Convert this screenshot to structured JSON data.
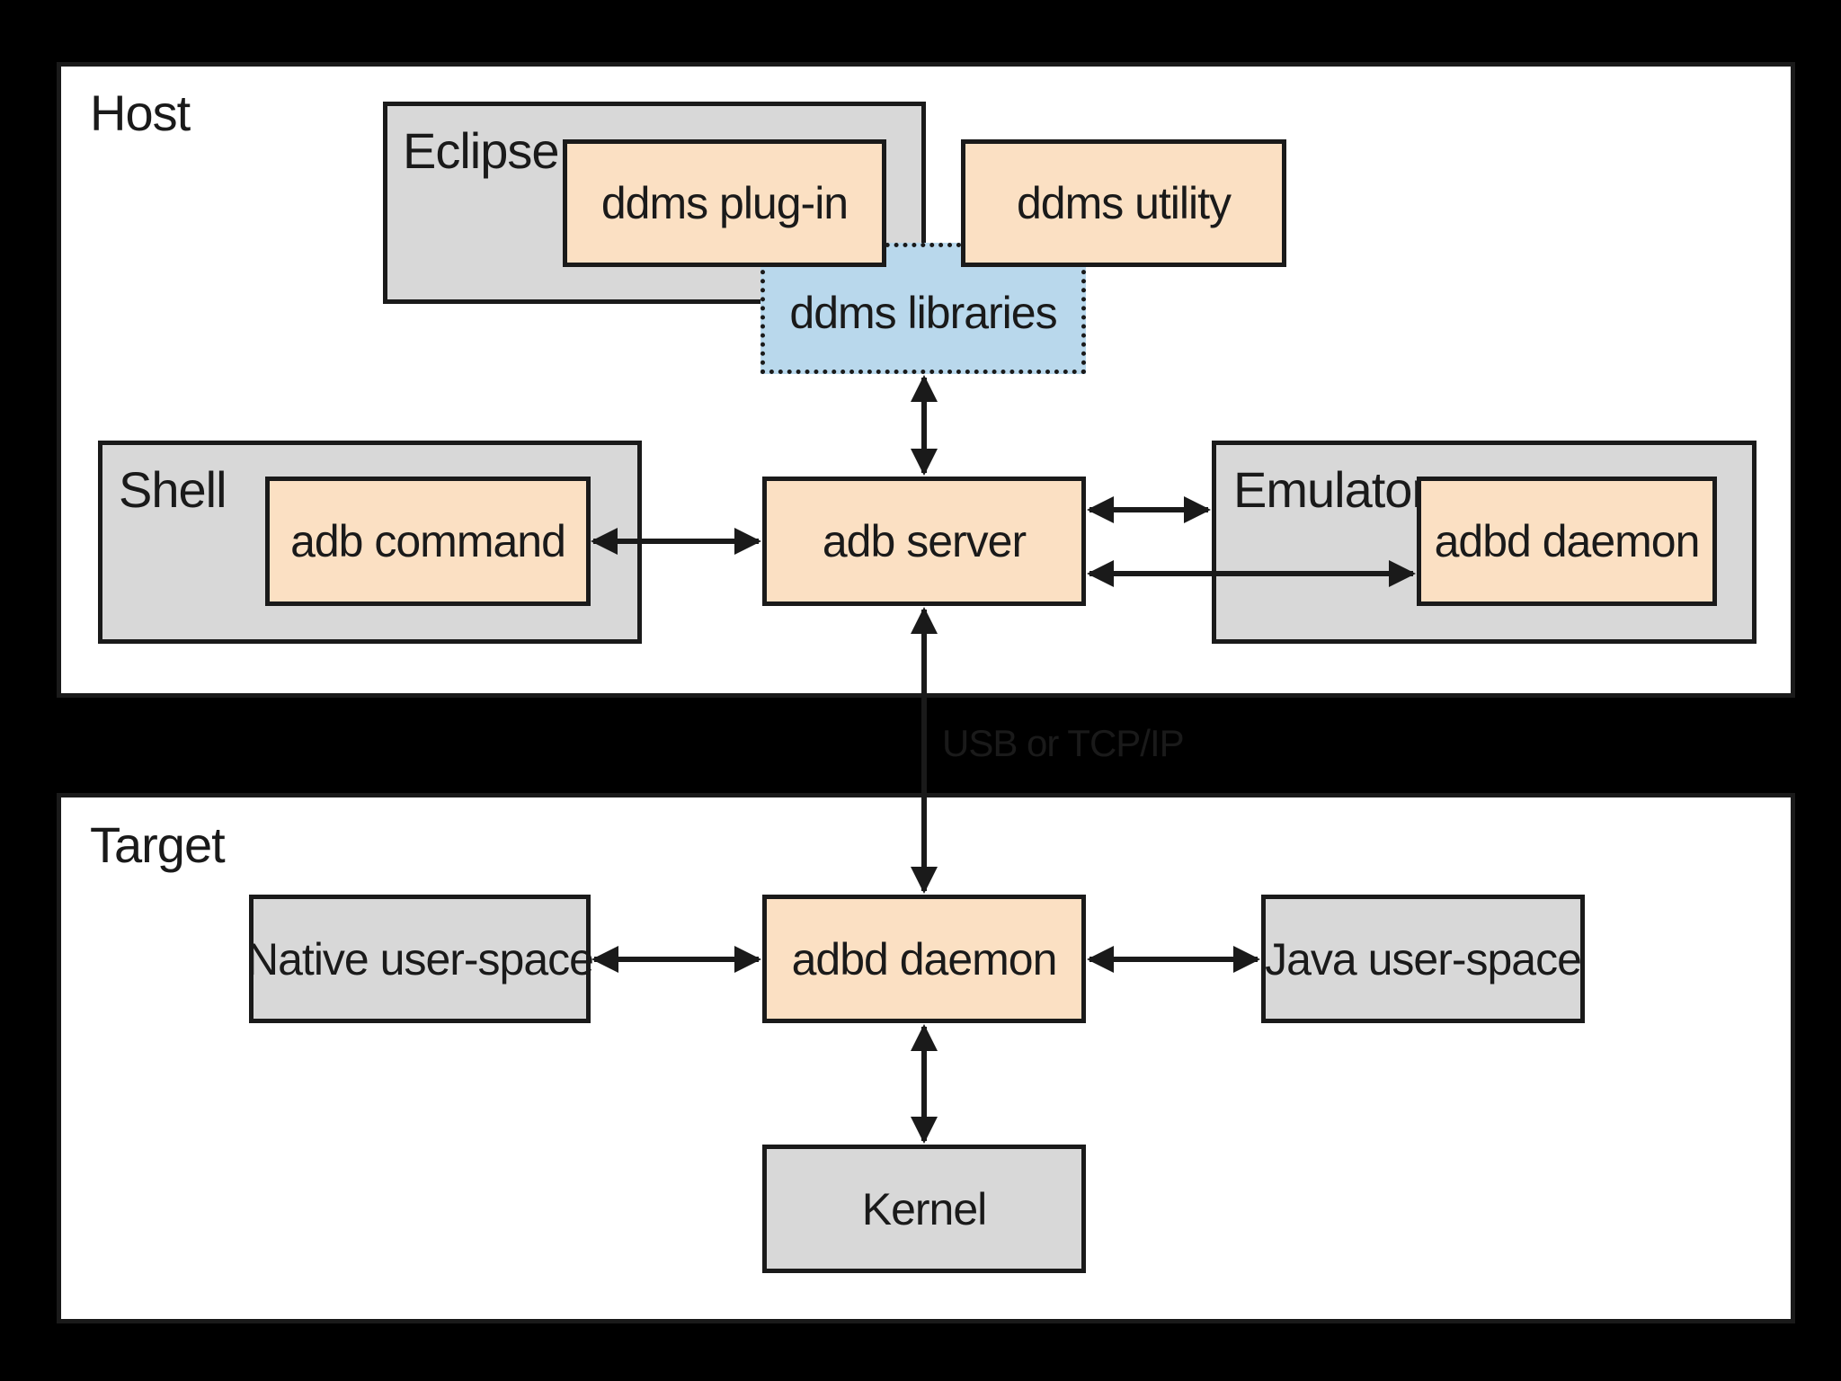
{
  "host": {
    "title": "Host",
    "eclipse": {
      "title": "Eclipse",
      "plugin": "ddms plug-in"
    },
    "ddms_utility": "ddms utility",
    "ddms_libraries": "ddms libraries",
    "shell": {
      "title": "Shell",
      "command": "adb command"
    },
    "adb_server": "adb server",
    "emulator": {
      "title": "Emulator",
      "daemon": "adbd daemon"
    }
  },
  "link_label": "USB or TCP/IP",
  "target": {
    "title": "Target",
    "native": "Native user-space",
    "daemon": "adbd daemon",
    "java": "Java user-space",
    "kernel": "Kernel"
  },
  "colors": {
    "component": "#fbe0c3",
    "container": "#d8d8d8",
    "library": "#b9d8ec",
    "panel": "#ffffff",
    "border": "#1a1a1a"
  }
}
